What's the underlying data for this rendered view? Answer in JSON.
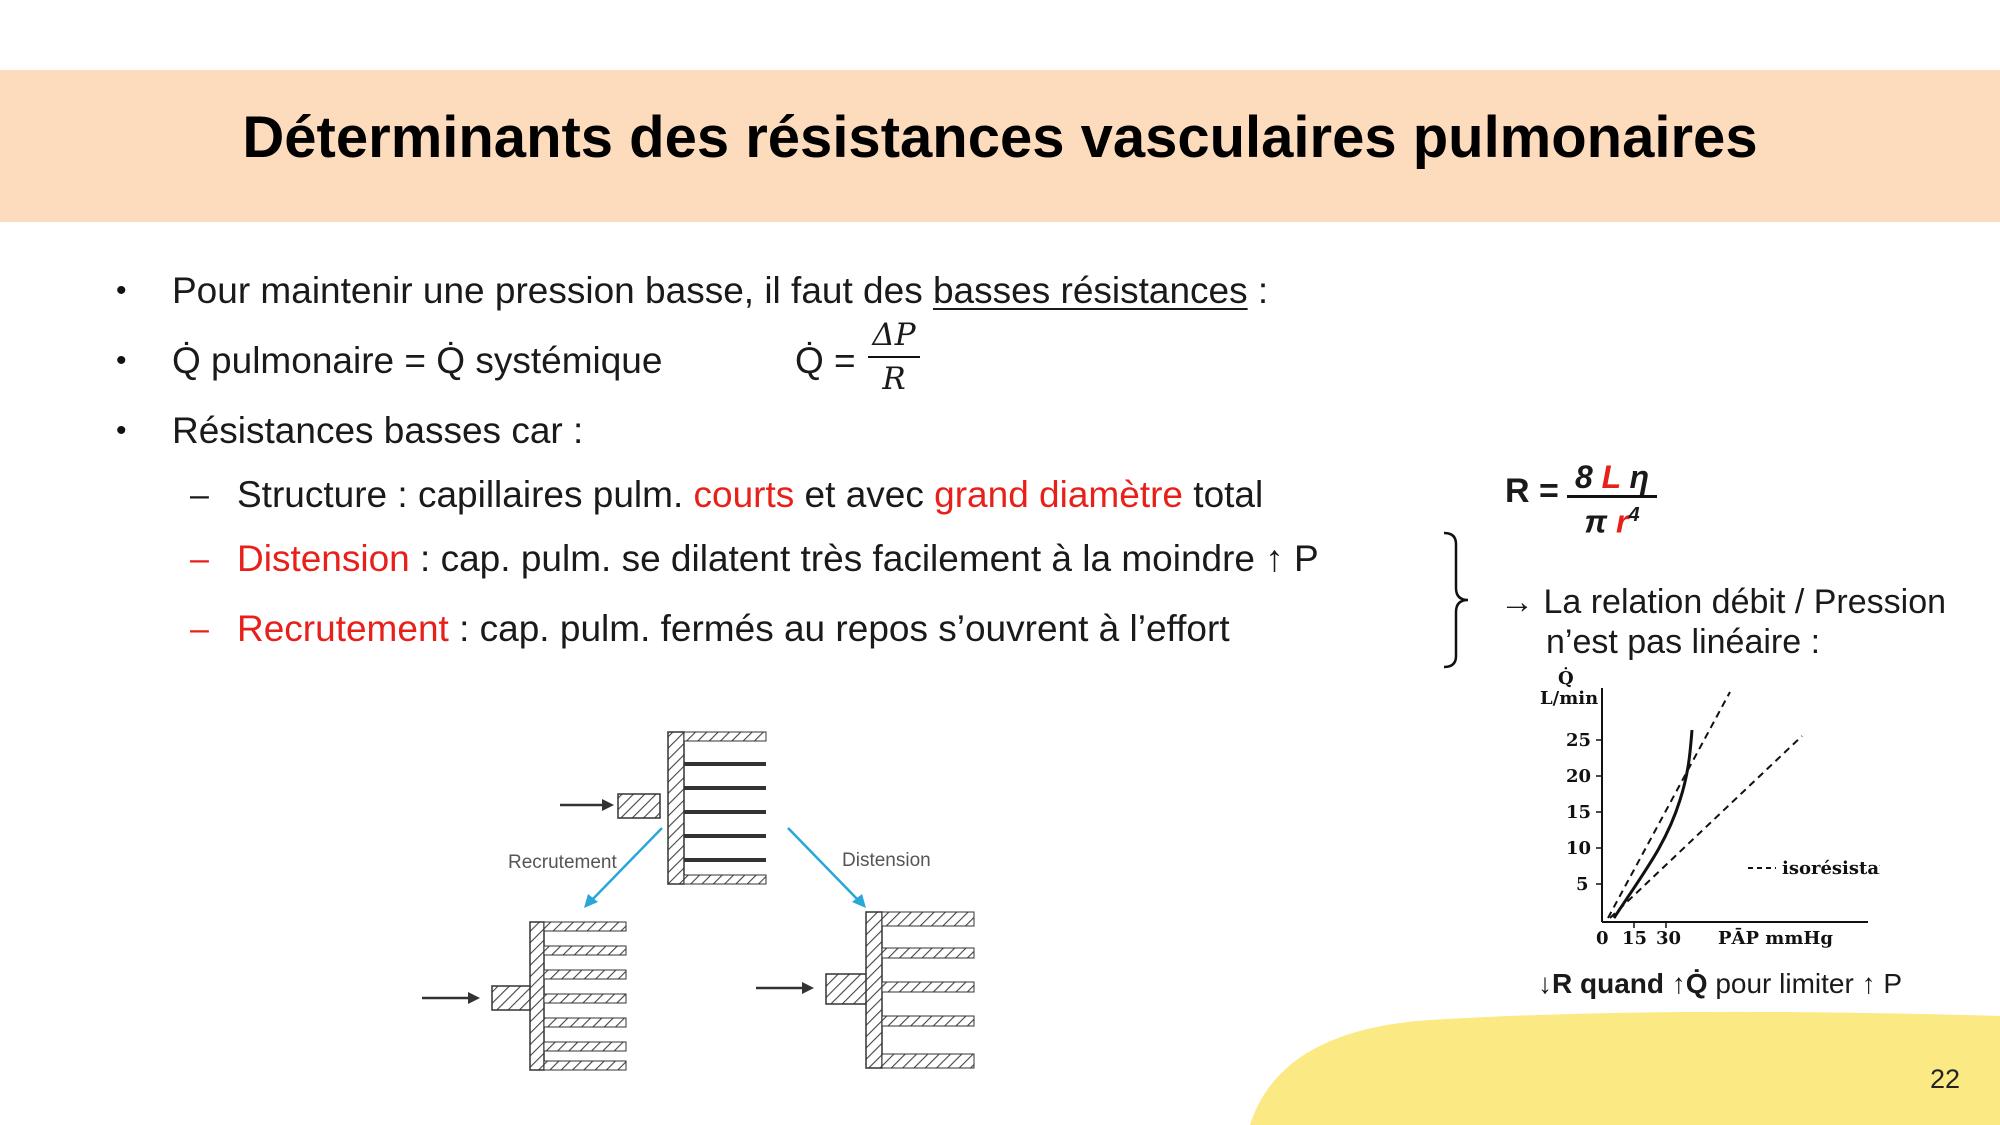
{
  "title": "Déterminants des résistances vasculaires pulmonaires",
  "bullets": {
    "b1_pre": "Pour maintenir une pression basse, il faut des ",
    "b1_underlined": "basses résistances",
    "b1_post": " :",
    "b2_text": "Q̇ pulmonaire = Q̇ systémique",
    "b2_formula_lhs": "Q̇ =",
    "b2_numerator": "ΔP",
    "b2_denominator": "R",
    "b3_text": "Résistances basses car :"
  },
  "sub_items": {
    "s1_pre": "Structure : capillaires pulm. ",
    "s1_red1": "courts",
    "s1_mid": " et avec ",
    "s1_red2": "grand diamètre",
    "s1_post": " total",
    "s2_red": "Distension",
    "s2_rest": " : cap. pulm. se dilatent très facilement à la moindre ↑ P",
    "s3_red": "Recrutement",
    "s3_rest": " : cap. pulm. fermés au repos s’ouvrent à l’effort",
    "dash": "–"
  },
  "r_formula": {
    "lhs": "R =",
    "num_8": "8",
    "num_L": "L",
    "num_eta": "η",
    "den_pi": "π",
    "den_r": "r",
    "den_exp": "4"
  },
  "relation_note": {
    "arrow": "→",
    "line1": "La relation débit / Pression",
    "line2": "n’est pas linéaire :"
  },
  "graph": {
    "y_label_top": "Q̇",
    "y_label_unit": "L/min",
    "y_ticks": [
      "25",
      "20",
      "15",
      "10",
      "5"
    ],
    "x_ticks": [
      "0",
      "15",
      "30"
    ],
    "x_label": "PĀP mmHg",
    "legend": "isorésistances"
  },
  "diagram": {
    "label_left": "Recrutement",
    "label_right": "Distension"
  },
  "caption": {
    "bold_part": "↓R quand ↑Q̇",
    "rest": "  pour limiter ↑ P"
  },
  "page_number": "22",
  "colors": {
    "title_band": "#fddcbe",
    "accent_red": "#e8201a",
    "yellow_blob": "#fbe983",
    "diagram_arrow": "#2aa6d9"
  }
}
